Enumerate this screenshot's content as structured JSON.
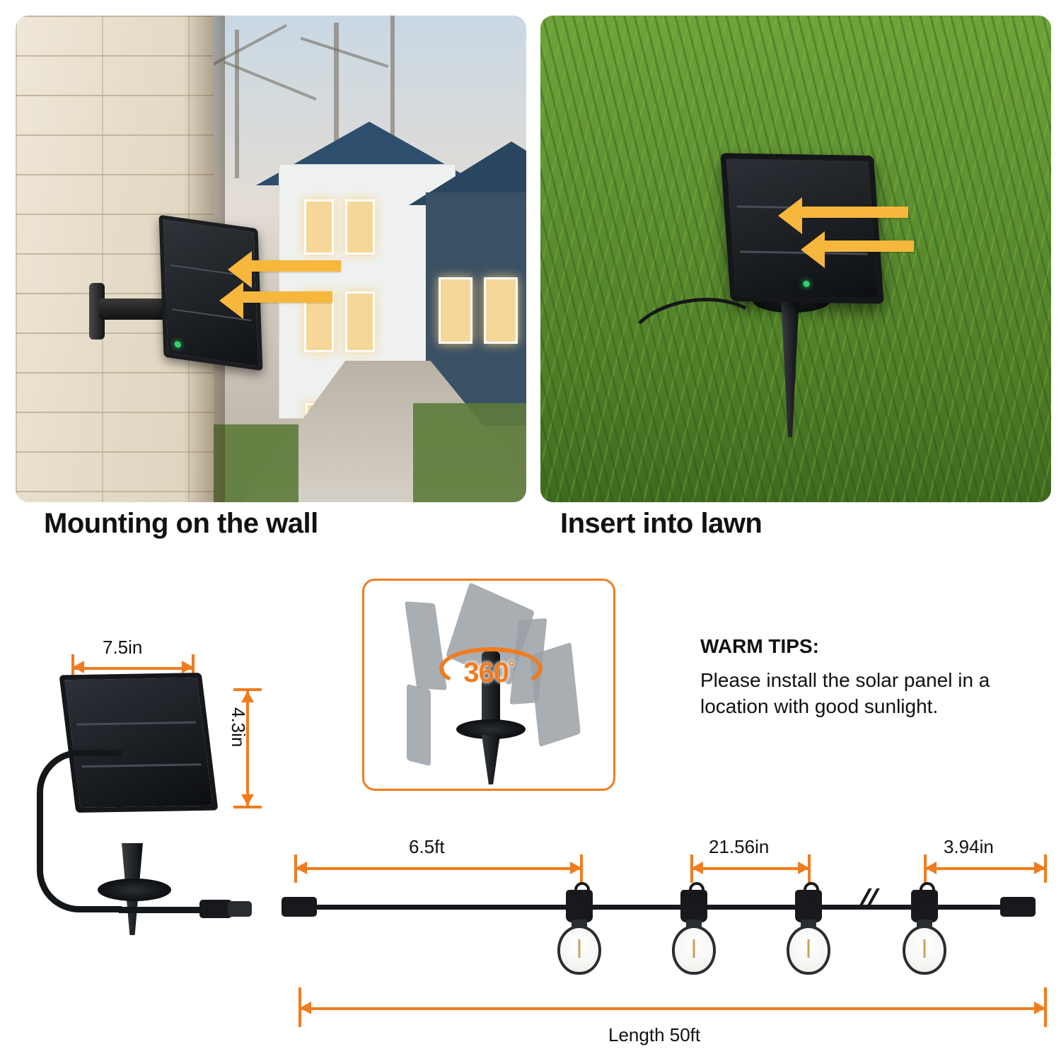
{
  "photos": {
    "wall": {
      "caption": "Mounting on the wall",
      "alt": "Solar panel mounted on a beige brick wall with a house in the background",
      "sun_arrows": 2,
      "led_indicator_color": "#2fd36a"
    },
    "lawn": {
      "caption": "Insert into lawn",
      "alt": "Solar panel on a ground stake inserted into green grass",
      "sun_arrows": 2,
      "led_indicator_color": "#2fd36a"
    }
  },
  "dimensions": {
    "panel_width": "7.5in",
    "panel_height": "4.3in",
    "first_lead": "6.5ft",
    "bulb_spacing": "21.56in",
    "end_lead": "3.94in",
    "total_length": "Length 50ft"
  },
  "rotation": {
    "value": "360",
    "unit": "°",
    "label": "360° adjustable bracket"
  },
  "tips": {
    "heading": "WARM TIPS:",
    "body": "Please install the solar panel in a location with good sunlight."
  },
  "colors": {
    "accent_orange": "#f07c1f",
    "beam_yellow": "#f6b73c",
    "text": "#111111",
    "panel_black": "#15171a",
    "grass_green": "#5d8f31",
    "led_green": "#2fd36a"
  },
  "string_light": {
    "bulb_count_shown": 4,
    "break_symbol": "//"
  }
}
